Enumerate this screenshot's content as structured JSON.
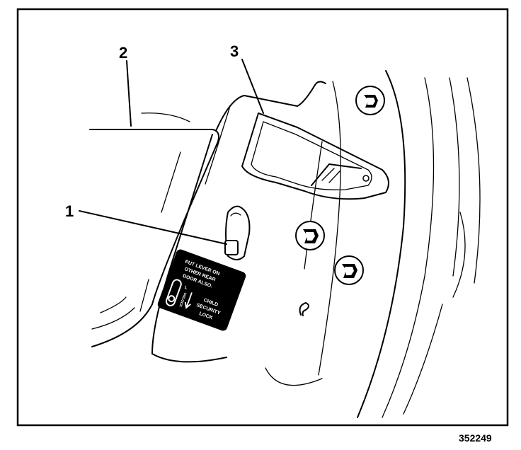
{
  "callouts": {
    "c1": "1",
    "c2": "2",
    "c3": "3"
  },
  "figure_id": "352249",
  "label": {
    "line1": "PUT LEVER ON",
    "line2": "OTHER REAR",
    "line3": "DOOR ALSO.",
    "switch_top": "L",
    "switch_bottom": "UNLOCK",
    "caption1": "CHILD",
    "caption2": "SECURITY",
    "caption3": "LOCK"
  },
  "colors": {
    "ink": "#000000",
    "paper": "#ffffff"
  }
}
